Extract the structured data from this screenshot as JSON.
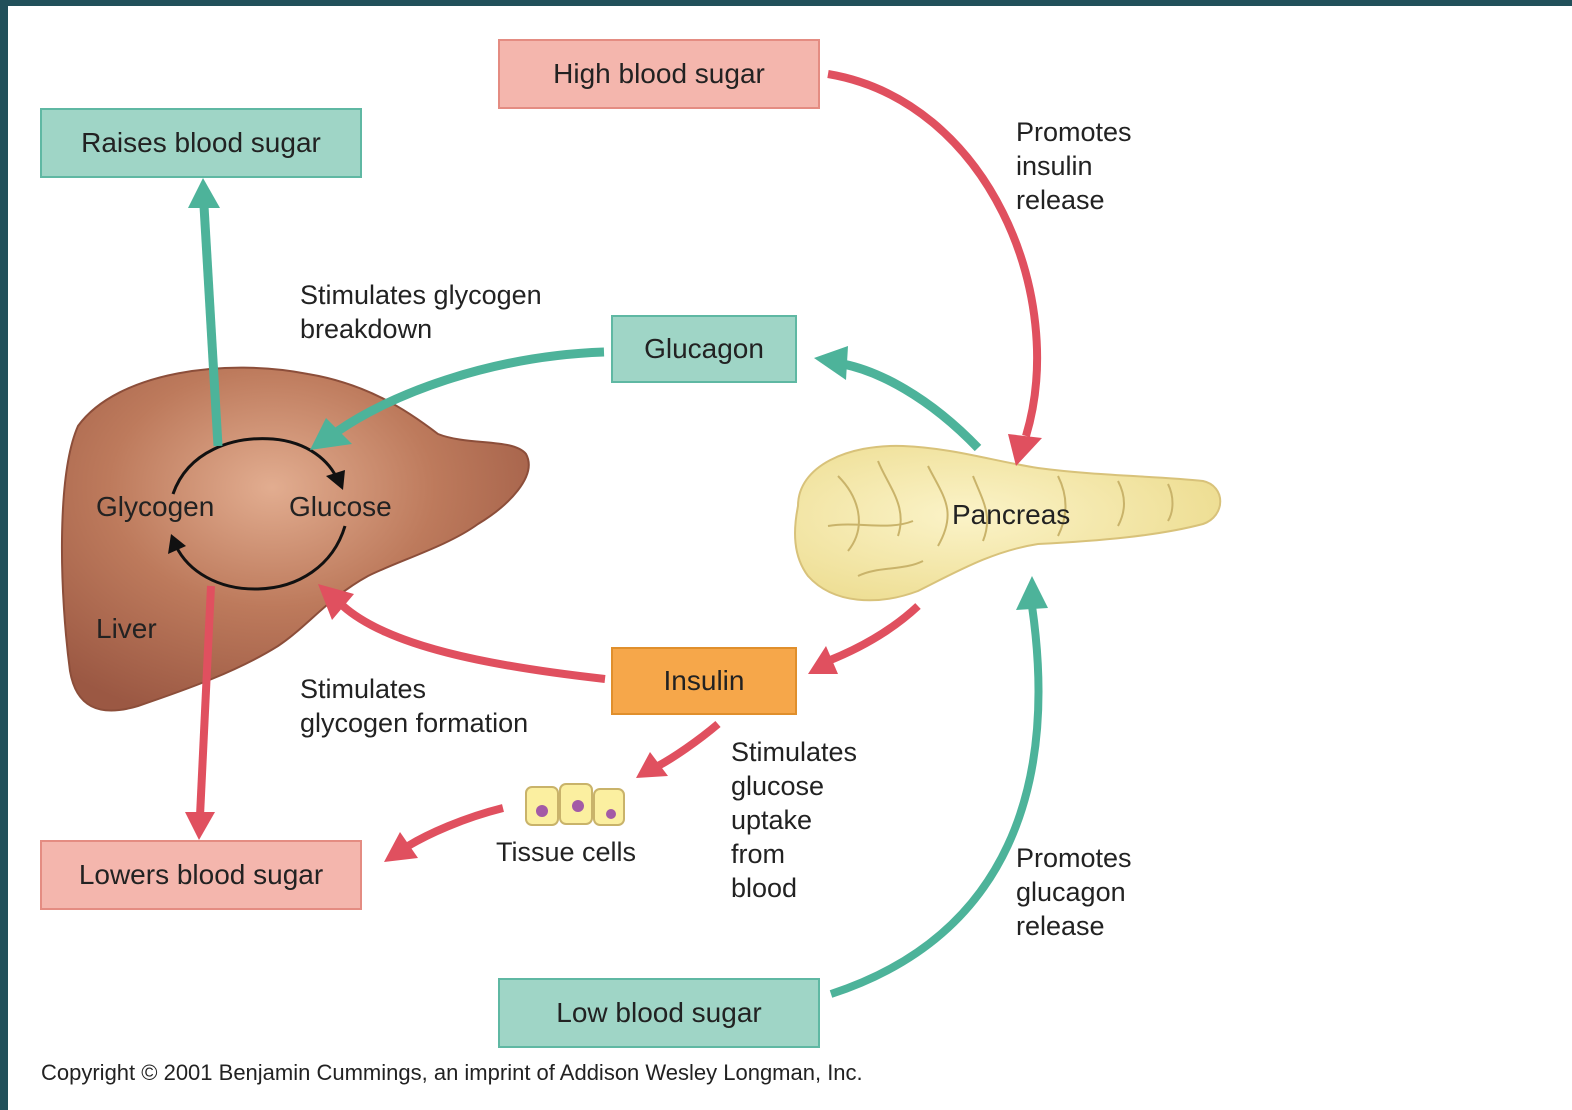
{
  "boxes": {
    "high_blood_sugar": "High blood sugar",
    "raises_blood_sugar": "Raises blood sugar",
    "glucagon": "Glucagon",
    "insulin": "Insulin",
    "lowers_blood_sugar": "Lowers blood sugar",
    "low_blood_sugar": "Low blood sugar"
  },
  "labels": {
    "promotes_insulin_release": "Promotes\ninsulin\nrelease",
    "stimulates_glycogen_breakdown": "Stimulates glycogen\nbreakdown",
    "stimulates_glycogen_formation": "Stimulates\nglycogen formation",
    "stimulates_glucose_uptake": "Stimulates\nglucose\nuptake\nfrom\nblood",
    "promotes_glucagon_release": "Promotes\nglucagon\nrelease",
    "tissue_cells": "Tissue cells"
  },
  "organs": {
    "liver": "Liver",
    "glycogen": "Glycogen",
    "glucose": "Glucose",
    "pancreas": "Pancreas"
  },
  "copyright": "Copyright © 2001 Benjamin Cummings, an imprint of Addison Wesley Longman, Inc.",
  "colors": {
    "insulin_pathway": "#e0505f",
    "glucagon_pathway": "#4db39a",
    "liver": "#b0684f",
    "pancreas": "#f7eaa8",
    "frame": "#21505a"
  }
}
